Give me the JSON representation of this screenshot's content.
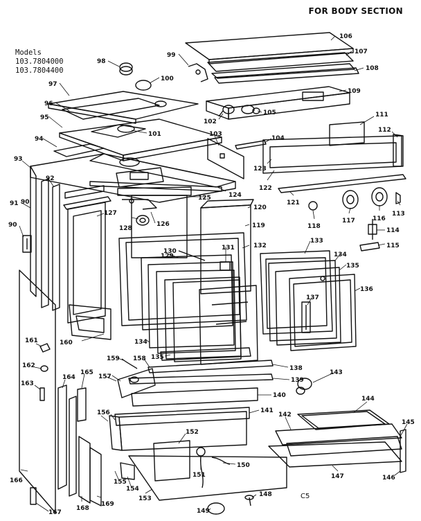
{
  "diagram": {
    "title": "FOR BODY SECTION",
    "models_heading": "Models",
    "models": [
      "103.7804000",
      "103.7804400"
    ],
    "diagram_code": "C5",
    "callouts": [
      "90",
      "91",
      "92",
      "93",
      "94",
      "95",
      "96",
      "97",
      "98",
      "99",
      "100",
      "101",
      "102",
      "103",
      "104",
      "105",
      "106",
      "107",
      "108",
      "109",
      "111",
      "112",
      "113",
      "114",
      "115",
      "116",
      "117",
      "118",
      "119",
      "120",
      "121",
      "122",
      "123",
      "124",
      "125",
      "126",
      "127",
      "128",
      "129",
      "130",
      "131",
      "132",
      "133",
      "134",
      "134",
      "135",
      "135",
      "136",
      "137",
      "138",
      "139",
      "140",
      "141",
      "142",
      "143",
      "144",
      "145",
      "146",
      "147",
      "148",
      "149",
      "150",
      "151",
      "152",
      "153",
      "154",
      "155",
      "156",
      "157",
      "158",
      "159",
      "160",
      "161",
      "162",
      "163",
      "164",
      "165",
      "166",
      "167",
      "168",
      "169"
    ]
  },
  "colors": {
    "ink": "#111111",
    "paper": "#ffffff"
  }
}
